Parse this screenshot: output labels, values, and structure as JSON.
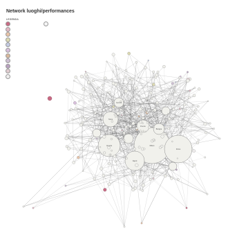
{
  "title": "Network luoghi/performances",
  "legend": {
    "heading": "LEGENDA",
    "items": [
      {
        "label": "",
        "color": "#c96a84"
      },
      {
        "label": "",
        "color": "#e3b8c4"
      },
      {
        "label": "",
        "color": "#e8c3a8"
      },
      {
        "label": "",
        "color": "#dcd9b2"
      },
      {
        "label": "",
        "color": "#c4cbe3"
      },
      {
        "label": "",
        "color": "#d8bfdc"
      },
      {
        "label": "",
        "color": "#d9b89c"
      },
      {
        "label": "",
        "color": "#cfc0d4"
      },
      {
        "label": "",
        "color": "#b9a1bf"
      },
      {
        "label": "",
        "color": "#e0ccd0"
      },
      {
        "label": "",
        "color": "#f0eeee"
      },
      {
        "label": "",
        "color": "#f5f5f5"
      }
    ]
  },
  "network": {
    "edge_color": "#4a4a4a",
    "node_fill": "#f1f1ec",
    "node_stroke": "#8a8a8a",
    "labeled_nodes": [
      {
        "label": "Milano"
      },
      {
        "label": "Roma"
      },
      {
        "label": "Venezia"
      },
      {
        "label": "Napoli"
      },
      {
        "label": "Torino"
      },
      {
        "label": "Firenze"
      },
      {
        "label": "Bologna"
      },
      {
        "label": "Genova"
      }
    ]
  }
}
